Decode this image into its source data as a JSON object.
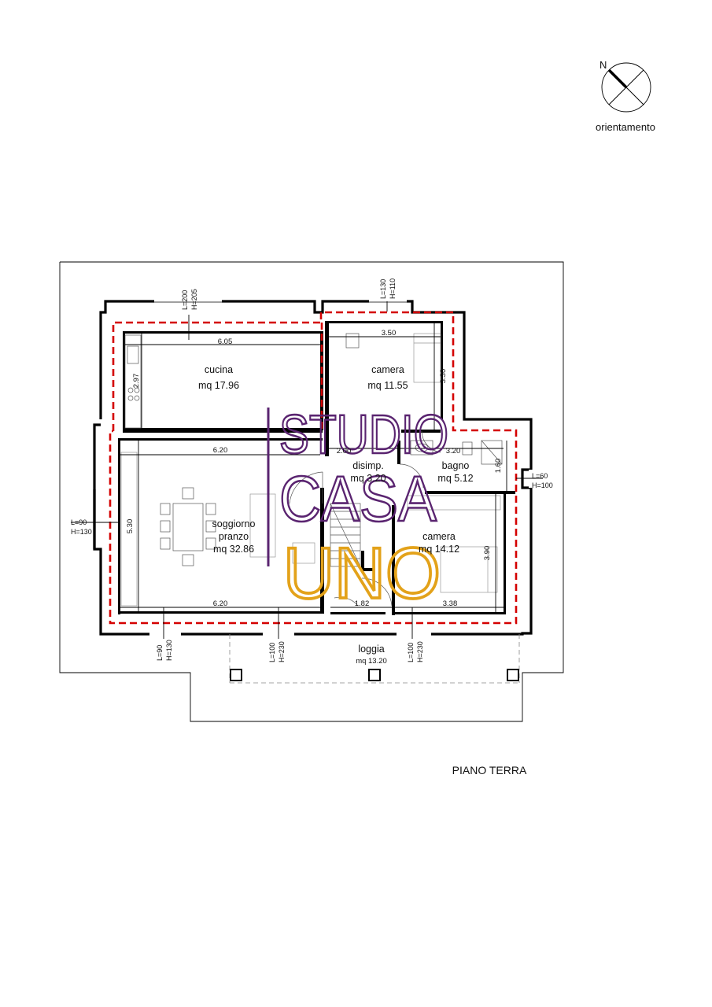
{
  "compass": {
    "north_label": "N",
    "caption": "orientamento"
  },
  "floor_title": "PIANO TERRA",
  "watermark": {
    "line1": "STUDIO",
    "line2": "CASA",
    "line3": "UNO",
    "purple": "#5a2470",
    "gold": "#e3a21a"
  },
  "colors": {
    "insulation_line": "#d40000",
    "walls": "#000000"
  },
  "rooms": {
    "cucina": {
      "name": "cucina",
      "area": "mq 17.96"
    },
    "camera1": {
      "name": "camera",
      "area": "mq 11.55"
    },
    "disimp": {
      "name": "disimp.",
      "area": "mq 3.20"
    },
    "bagno": {
      "name": "bagno",
      "area": "mq 5.12"
    },
    "soggiorno": {
      "name1": "soggiorno",
      "name2": "pranzo",
      "area": "mq 32.86"
    },
    "camera2": {
      "name": "camera",
      "area": "mq 14.12"
    },
    "loggia": {
      "name": "loggia",
      "area": "mq 13.20"
    }
  },
  "dimensions": {
    "cucina_w": "6.05",
    "cucina_h": "2.97",
    "camera1_w": "3.50",
    "camera1_h": "3.30",
    "disimp_w": "2.00",
    "bagno_w": "3.20",
    "bagno_h": "1.60",
    "soggiorno_top": "6.20",
    "soggiorno_bottom": "6.20",
    "soggiorno_h": "5.30",
    "corr_w": "1.82",
    "camera2_w": "3.38",
    "camera2_h": "3.90"
  },
  "windows": {
    "w_cucina": {
      "l": "L=200",
      "h": "H=205"
    },
    "w_camera1": {
      "l": "L=130",
      "h": "H=110"
    },
    "w_west": {
      "l": "L=90",
      "h": "H=130"
    },
    "w_east": {
      "l": "L=60",
      "h": "H=100"
    },
    "w_s1": {
      "l": "L=90",
      "h": "H=130"
    },
    "w_s2": {
      "l": "L=100",
      "h": "H=230"
    },
    "w_s3": {
      "l": "L=100",
      "h": "H=230"
    }
  }
}
